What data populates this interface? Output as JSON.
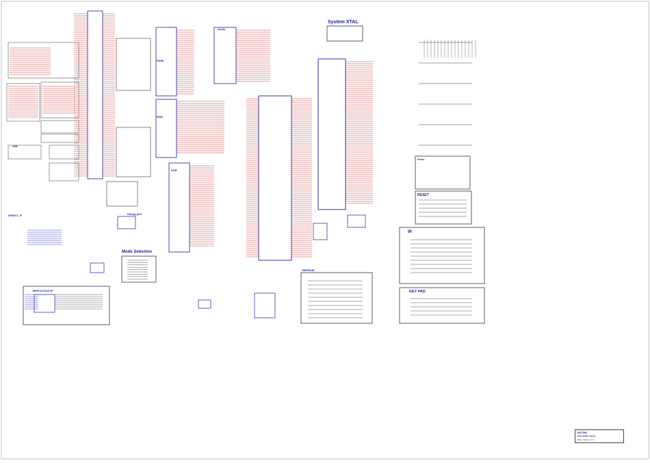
{
  "sheet": {
    "block_titles": {
      "system_xtal": "System XTAL",
      "mode_selection": "Mode Selection",
      "reset": "RESET",
      "ir": "IR",
      "key_pad": "KEY PAD",
      "eeprom": "EEPROM",
      "debug_port": "Debug port",
      "jtag": "MIPS EJTAG I/F",
      "spdif": "SPDIF/CI_IF",
      "hdmi": "HDMI",
      "rgb": "RGB",
      "ddr": "DDR",
      "audio": "Audio",
      "usb": "USB",
      "power": "Power"
    },
    "title_block": {
      "brand": "MSTAR",
      "title": "MSD6I981 MAIN",
      "date": "Date: Sheet 1 of 1"
    }
  }
}
